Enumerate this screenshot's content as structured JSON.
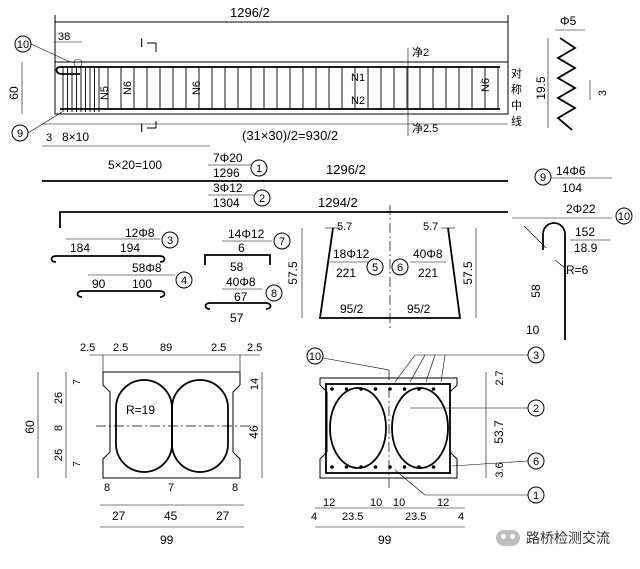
{
  "elevation": {
    "overall_length": "1296/2",
    "height": "60",
    "dim_38": "38",
    "dim_3": "3",
    "spacing_8x10": "8×10",
    "spacing_31x30": "(31×30)/2=930/2",
    "spacing_5x20": "5×20=100",
    "section_mark": "I",
    "labels": {
      "n5": "N5",
      "n6a": "N6",
      "n6b": "N6",
      "n6c": "N6",
      "n1": "N1",
      "n2": "N2"
    },
    "cover_top": "净2",
    "cover_bottom": "净2.5",
    "centerline": [
      "对",
      "称",
      "中",
      "线"
    ],
    "callout_10": "10",
    "callout_9": "9"
  },
  "spring": {
    "phi": "Φ5",
    "height": "19.5",
    "pitch": "3",
    "callout": "9",
    "spec": "14Φ6",
    "length": "104"
  },
  "bars": [
    {
      "id": "1",
      "spec": "7Φ20",
      "length": "1296",
      "span": "1296/2"
    },
    {
      "id": "2",
      "spec": "3Φ12",
      "length": "1304",
      "span": "1294/2"
    },
    {
      "id": "3",
      "spec": "12Φ8",
      "length": "194",
      "dim": "184"
    },
    {
      "id": "4",
      "spec": "58Φ8",
      "length": "100",
      "dim": "90"
    },
    {
      "id": "7",
      "spec": "14Φ12",
      "length": "6",
      "dim": "58"
    },
    {
      "id": "8",
      "spec": "40Φ8",
      "length": "67",
      "dim": "57"
    },
    {
      "id": "5",
      "spec": "18Φ12",
      "length": "221"
    },
    {
      "id": "6",
      "spec": "40Φ8",
      "length": "221"
    },
    {
      "id": "10",
      "spec": "2Φ22",
      "length": "152",
      "sub": "18.9",
      "r": "R=6",
      "leg": "58",
      "foot": "10"
    }
  ],
  "stirrup": {
    "top": "5.7",
    "height": "57.5",
    "half_left": "95/2",
    "half_right": "95/2"
  },
  "section_left": {
    "top_dims": [
      "2.5",
      "2.5",
      "89",
      "2.5",
      "2.5"
    ],
    "left_dims": [
      "7",
      "26",
      "8",
      "26",
      "7"
    ],
    "height": "60",
    "right_dims": [
      "14",
      "46"
    ],
    "radius": "R=19",
    "bottom_small": [
      "8",
      "7",
      "8"
    ],
    "bottom_dims": [
      "27",
      "45",
      "27"
    ],
    "total": "99"
  },
  "section_right": {
    "right_dims": [
      "2.7",
      "53.7",
      "3.6"
    ],
    "callouts": [
      "10",
      "3",
      "2",
      "6",
      "1"
    ],
    "bottom_dims": [
      "4",
      "12",
      "23.5",
      "10",
      "10",
      "23.5",
      "12",
      "4"
    ],
    "total": "99"
  },
  "watermark": "路桥检测交流"
}
